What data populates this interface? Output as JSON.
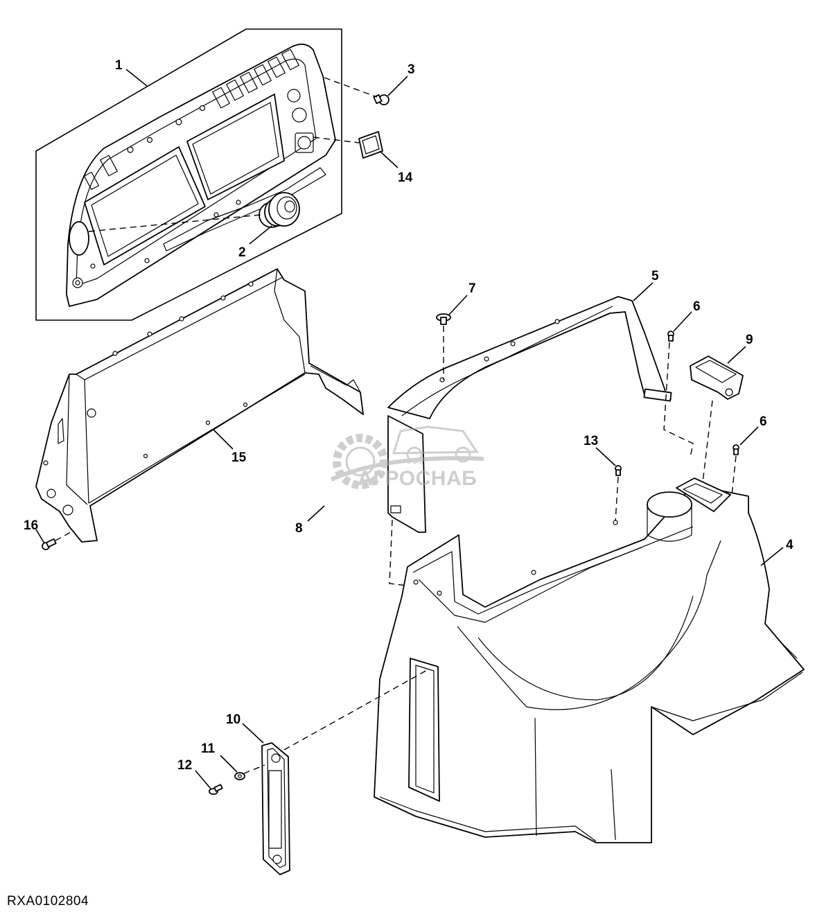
{
  "drawing_id": "RXA0102804",
  "watermark": {
    "brand": "АГРОСНАБ",
    "sub": "ооо"
  },
  "colors": {
    "line": "#000000",
    "background": "#ffffff",
    "watermark": "#a7a7a7"
  },
  "callouts": [
    {
      "id": "callout-1",
      "label": "1"
    },
    {
      "id": "callout-2",
      "label": "2"
    },
    {
      "id": "callout-3",
      "label": "3"
    },
    {
      "id": "callout-4",
      "label": "4"
    },
    {
      "id": "callout-5",
      "label": "5"
    },
    {
      "id": "callout-6a",
      "label": "6"
    },
    {
      "id": "callout-6b",
      "label": "6"
    },
    {
      "id": "callout-7",
      "label": "7"
    },
    {
      "id": "callout-8",
      "label": "8"
    },
    {
      "id": "callout-9",
      "label": "9"
    },
    {
      "id": "callout-10",
      "label": "10"
    },
    {
      "id": "callout-11",
      "label": "11"
    },
    {
      "id": "callout-12",
      "label": "12"
    },
    {
      "id": "callout-13",
      "label": "13"
    },
    {
      "id": "callout-14",
      "label": "14"
    },
    {
      "id": "callout-15",
      "label": "15"
    },
    {
      "id": "callout-16",
      "label": "16"
    }
  ]
}
